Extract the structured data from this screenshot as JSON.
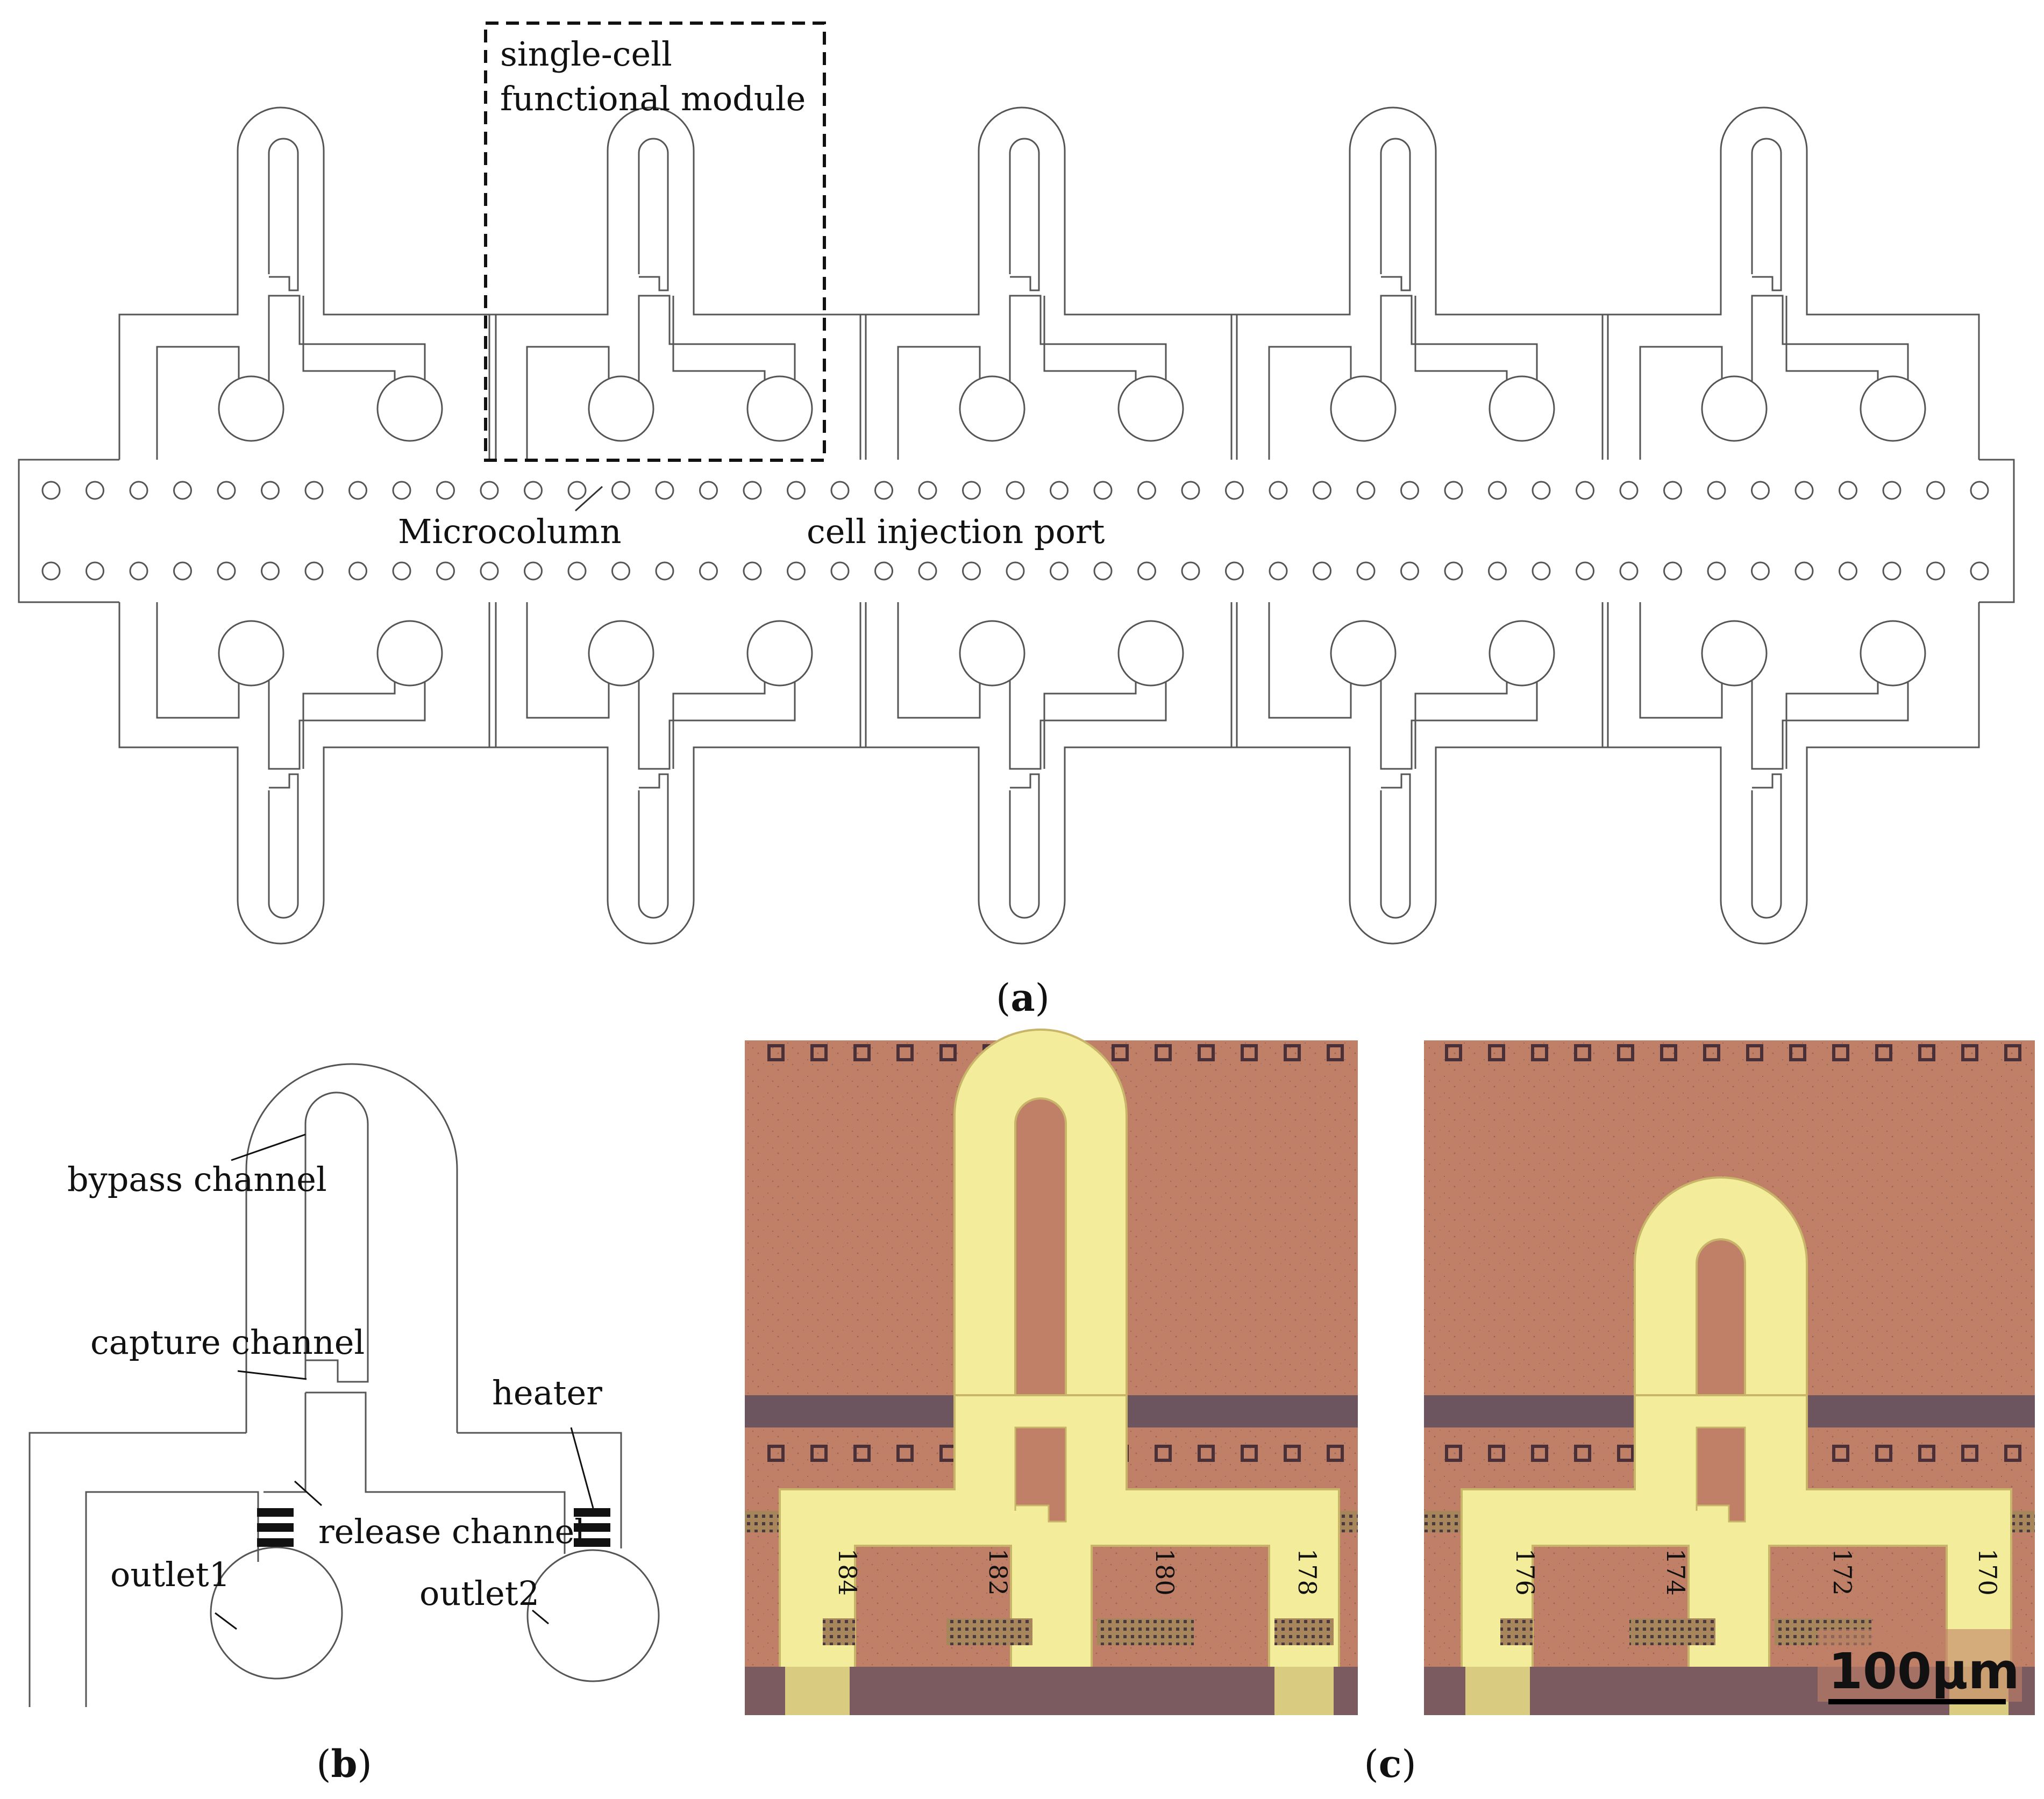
{
  "panel_a": {
    "caption_open": "(",
    "caption_letter": "a",
    "caption_close": ")",
    "box_label_line1": "single-cell",
    "box_label_line2": "functional module",
    "microcolumn_label": "Microcolumn",
    "injection_label": "cell injection port"
  },
  "panel_b": {
    "caption_open": "(",
    "caption_letter": "b",
    "caption_close": ")",
    "bypass_label": "bypass channel",
    "capture_label": "capture channel",
    "heater_label": "heater",
    "release_label": "release channel",
    "outlet1_label": "outlet1",
    "outlet2_label": "outlet2"
  },
  "panel_c": {
    "caption_open": "(",
    "caption_letter": "c",
    "caption_close": ")",
    "scale_bar_label": "100μm",
    "left_heater_numbers": [
      "184",
      "182",
      "180",
      "178"
    ],
    "right_heater_numbers": [
      "176",
      "174",
      "172",
      "170"
    ]
  },
  "colors": {
    "line": "#555555",
    "substrate": "#c08068",
    "channel": "#f3ec9a",
    "electrode": "#7b5a60",
    "dark_band": "#6d5560"
  }
}
